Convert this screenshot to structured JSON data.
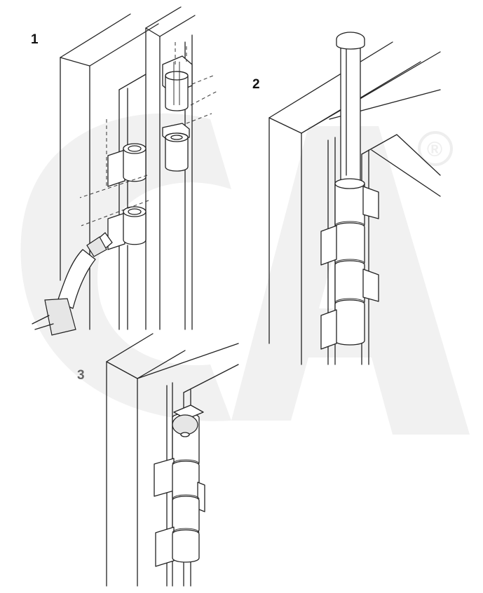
{
  "steps": {
    "one": "1",
    "two": "2",
    "three": "3"
  },
  "watermark": {
    "symbol": "®",
    "color": "#f1f1f1"
  },
  "colors": {
    "line": "#222222",
    "background": "#ffffff",
    "step3_label": "#666666"
  }
}
